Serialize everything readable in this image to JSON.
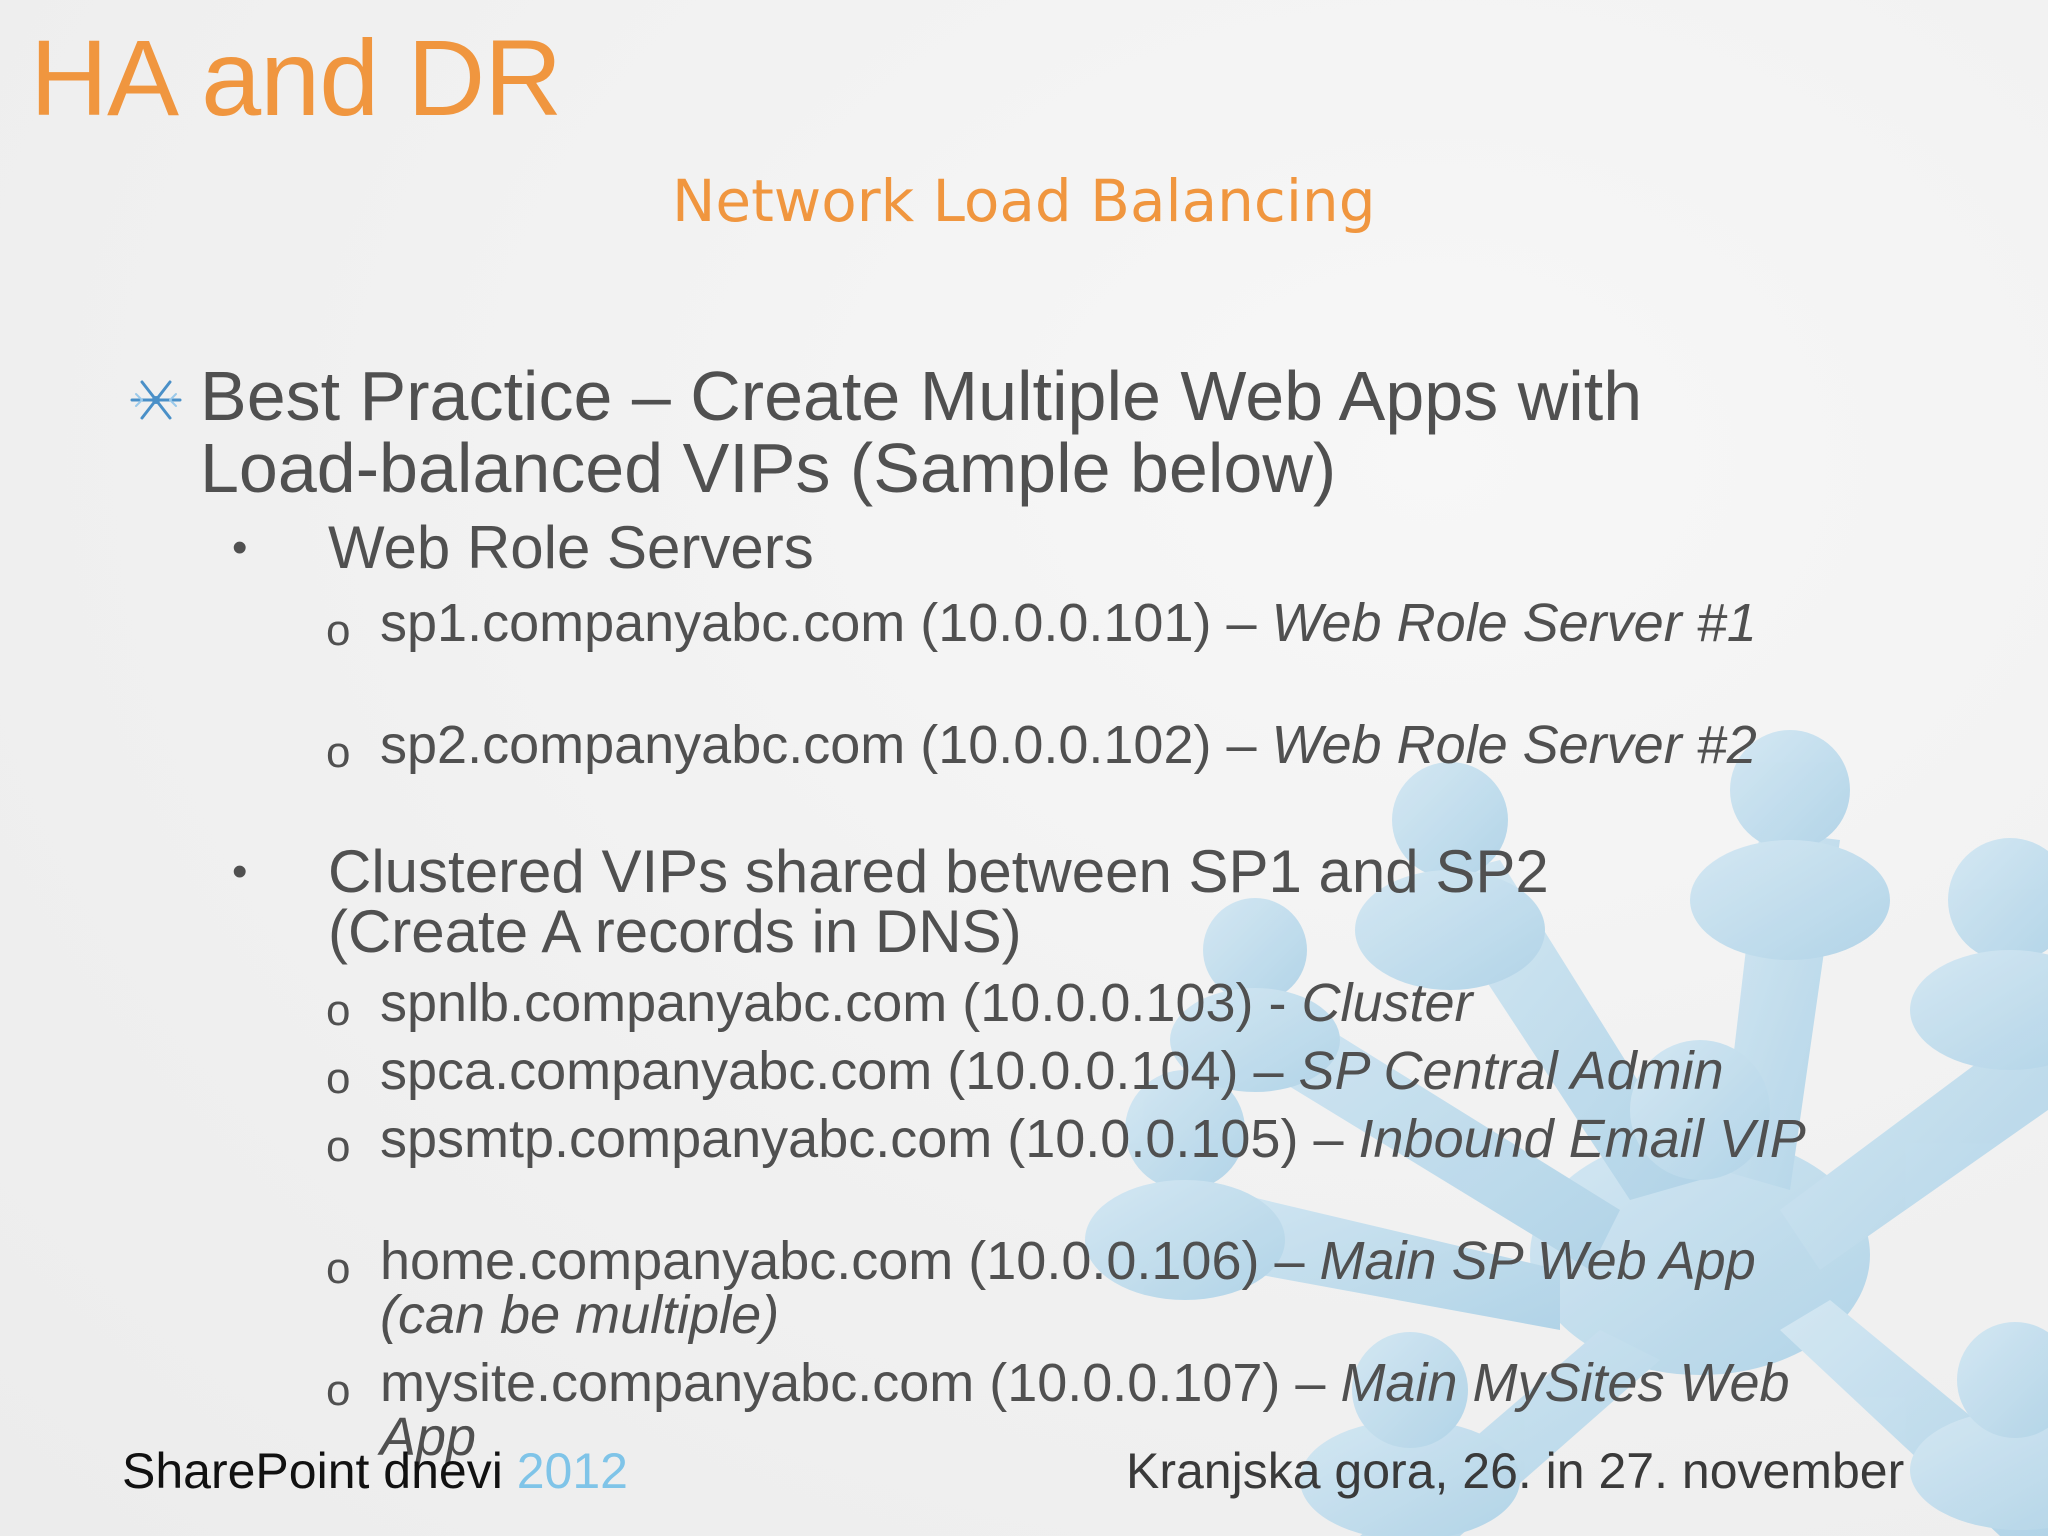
{
  "slide": {
    "title": "HA and DR",
    "subtitle": "Network Load Balancing",
    "main_bullet": "Best Practice – Create Multiple Web Apps with Load-balanced VIPs (Sample below)",
    "groups": [
      {
        "label": "Web Role Servers",
        "items": [
          {
            "host": "sp1.companyabc.com (10.0.0.101) – ",
            "desc": "Web Role Server #1"
          },
          {
            "host": "sp2.companyabc.com  (10.0.0.102) – ",
            "desc": "Web Role Server #2"
          }
        ]
      },
      {
        "label": "Clustered VIPs shared between SP1 and SP2 (Create A records in DNS)",
        "items": [
          {
            "host": "spnlb.companyabc.com (10.0.0.103) - ",
            "desc": "Cluster"
          },
          {
            "host": "spca.companyabc.com (10.0.0.104) – ",
            "desc": "SP Central Admin"
          },
          {
            "host": "spsmtp.companyabc.com (10.0.0.105) – ",
            "desc": "Inbound Email VIP"
          },
          {
            "host": "home.companyabc.com (10.0.0.106) – ",
            "desc": "Main SP Web App (can be multiple)"
          },
          {
            "host": "mysite.companyabc.com (10.0.0.107) – ",
            "desc": "Main MySites Web App"
          }
        ]
      }
    ],
    "bullet_glyph": "•",
    "sub_glyph": "o"
  },
  "footer": {
    "brand": "SharePoint dnevi ",
    "year": "2012",
    "location": "Kranjska gora, 26. in 27. november"
  },
  "colors": {
    "accent": "#f0963f",
    "text": "#505050",
    "graphic": "#b7d9ec",
    "year": "#7fc4e8"
  }
}
